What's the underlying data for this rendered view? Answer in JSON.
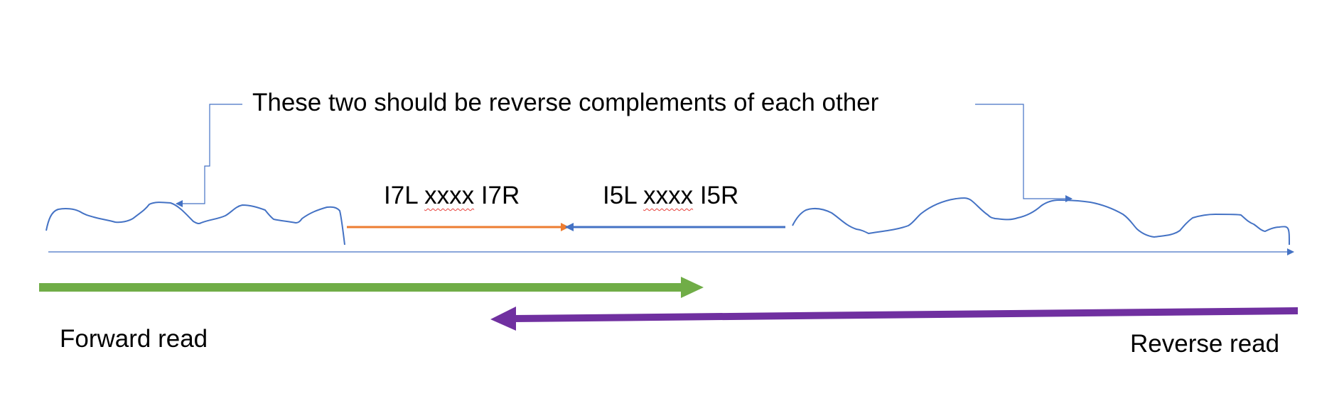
{
  "diagram": {
    "title_text": "These two should be reverse complements of each other",
    "i7_segment": {
      "left": "I7L",
      "middle": "xxxx",
      "right": "I7R"
    },
    "i5_segment": {
      "left": "I5L",
      "middle": "xxxx",
      "right": "I5R"
    },
    "forward_read_label": "Forward read",
    "reverse_read_label": "Reverse read",
    "colors": {
      "genome_line": "#4472c4",
      "i7_arrow": "#ed7d31",
      "i5_arrow": "#4472c4",
      "forward_read": "#70ad47",
      "reverse_read": "#7030a0",
      "callout": "#4472c4",
      "spellcheck_underline": "#e8413b"
    }
  }
}
